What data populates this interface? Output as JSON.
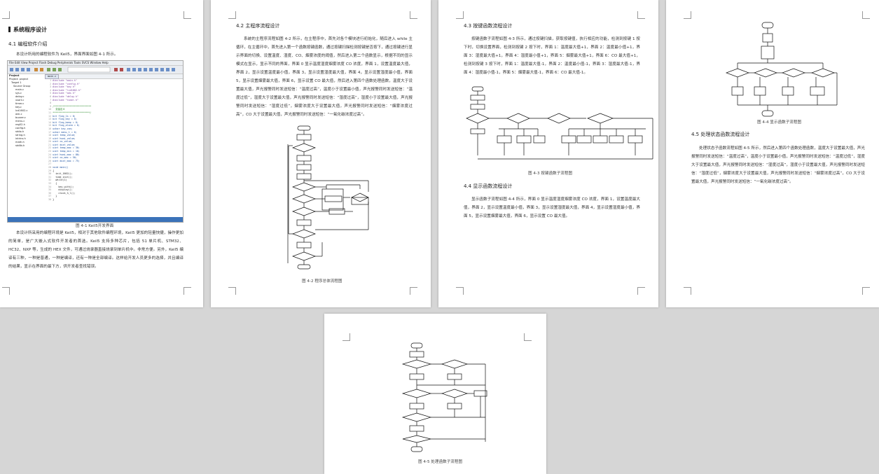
{
  "page1": {
    "chapter_title": "系统程序设计",
    "section_title": "4.1 编程软件介绍",
    "intro": "本设计所用的编程软件为 Keil5，界面界面如图 4-1 所示。",
    "ide": {
      "menu": "File  Edit  View  Project  Flash  Debug  Peripherals  Tools  SVCS  Window  Help",
      "project_label": "Project",
      "tab_label": "main.c",
      "tree_items": [
        "Project: project",
        "Target 1",
        "Source Group",
        "main.c",
        "sys.c",
        "delay.c",
        "usart.c",
        "timer.c",
        "key.c",
        "lcd1602.c",
        "adc.c",
        "buzzer.c",
        "menu.c",
        "reg52.h",
        "config.h",
        "stdio.h",
        "string.h",
        "intrins.h",
        "math.h",
        "stdlib.h"
      ],
      "code_lines": [
        "#include \"main.h\"",
        "#include \"config.h\"",
        "#include \"key.h\"",
        "#include \"lcd1602.h\"",
        "#include \"adc.h\"",
        "#include \"delay.h\"",
        "#include \"timer.h\"",
        "",
        "/**************************",
        "  变量定义",
        "**************************/",
        "bit flag_1s = 0;",
        "bit flag_key = 0;",
        "bit flag_beep = 0;",
        "bit flag_alarm = 0;",
        "uchar key_can;",
        "uchar menu_1 = 0;",
        "uint temp_value;",
        "uint humi_value;",
        "uint co_value;",
        "uint dust_value;",
        "uint temp_max = 30;",
        "uint temp_min = 10;",
        "uint humi_max = 80;",
        "uint co_max = 50;",
        "uint dust_max = 75;",
        "",
        "void main()",
        "{",
        "  init_1602();",
        "  time_init();",
        "  while(1)",
        "  {",
        "    key_with();",
        "    display();",
        "    clock_h_l();",
        "  }",
        "}"
      ]
    },
    "figure_caption": "图 4-1 Keil5开发界面",
    "para": "本设计所采用的编程环境是 Keil5，相对于其他软件编程环境，Keil5 更加的轻量快捷，操作更加的简单，是广大嵌入式软件开发者的首选。Keil5 支持多种芯片，包括 51 单片机、STM32、HC32、NXP 等，生成的 HEX 文件，可通过烧录器直接烧录到单片机中。非常方便。另外，Keil5 编译有三种，一种是普通，一种是编译，还有一种是全部编译。这样给开发人员更多的选择，并且编译的结果，显示在界面的最下方，供开发者查找错误。"
  },
  "page2": {
    "section_title": "4.2 主程序流程设计",
    "para": "系统的主程序流程如图 4-2 所示，在主程序中，首先对各个模块进行初始化，随后进入 while 主循环，在主循环中，首先进入第一个函数按键函数，通过按键扫描检测按键是否按下，通过按键进行显示界面的切换、设置温度、湿度、CO、烟雾浓度的阈值，然后进入第二个函数显示，根据不同的显示模式在显示，显示不同的界面，界面 0 显示温度湿度烟雾浓度 CO 浓度，界面 1，设置温度最大值，界面 2，显示设置温度最小值，界面 3，显示设置湿度最大值，界面 4，显示设置湿度最小值，界面 5，显示设置烟雾最大值，界面 6，显示设置 CO 最大值，然后进入第四个函数处理函数，温度大于设置最大值，声光报警同时发送短信：“温度过高”，温度小于设置最小值，声光报警同时发送短信：“温度过低”，湿度大于设置最大值，声光报警同时发送短信：“湿度过高”，湿度小于设置最大值，声光报警同时发送短信：“湿度过低”，烟雾浓度大于设置最大值，声光报警同时发送短信：“烟雾浓度过高”，CO 大于设置最大值，声光报警同时发送短信：“一氧化碳浓度过高”。",
    "figure_caption": "图 4-2  程序总体流程图"
  },
  "page3": {
    "section_title": "4.3 按键函数流程设计",
    "para1": "按键函数子流程如图 4-3 所示，通过按键扫描，获取按键值，执行相应的功能，检测到按键 1 按下时，切换设置界面，检测到按键 2 按下时，界面 1：温度最大值+1，界面 2：温度最小值+1，界面 3：湿度最大值+1，界面 4：湿度最小值+1，界面 5：烟雾最大值+1，界面 6：CO 最大值+1，检测到按键 3 按下时，界面 1：温度最大值-1，界面 2：温度最小值-1，界面 3：湿度最大值-1，界面 4：湿度最小值-1，界面 5：烟雾最大值-1，界面 6：CO 最大值-1。",
    "figure_caption": "图 4-3  按键函数子流程图",
    "section2_title": "4.4 显示函数流程设计",
    "para2": "显示函数子流程如图 4-4 所示，界面 0 显示温度湿度烟雾浓度 CO 浓度，界面 1，设置温度最大值，界面 2，显示设置温度最小值，界面 3，显示设置湿度最大值，界面 4，显示设置湿度最小值，界面 5，显示设置烟雾最大值，界面 6，显示设置 CO 最大值。"
  },
  "page4": {
    "figure_caption": "图 4-4  显示函数子流程图",
    "section_title": "4.5 处理状态函数流程设计",
    "para": "处理状态子函数流程如图 4-5 所示，然后进入第四个函数处理函数，温度大于设置最大值，声光报警同时发送短信：“温度过高”，温度小于设置最小值，声光报警同时发送短信：“温度过低”，湿度大于设置最大值，声光报警同时发送短信：“湿度过高”，湿度小于设置最大值，声光报警同时发送短信：“湿度过低”，烟雾浓度大于设置最大值，声光报警同时发送短信：“烟雾浓度过高”，CO 大于设置最大值，声光报警同时发送短信：“一氧化碳浓度过高”。"
  },
  "page5": {
    "figure_caption": "图 4-5  处理函数子流程图"
  }
}
